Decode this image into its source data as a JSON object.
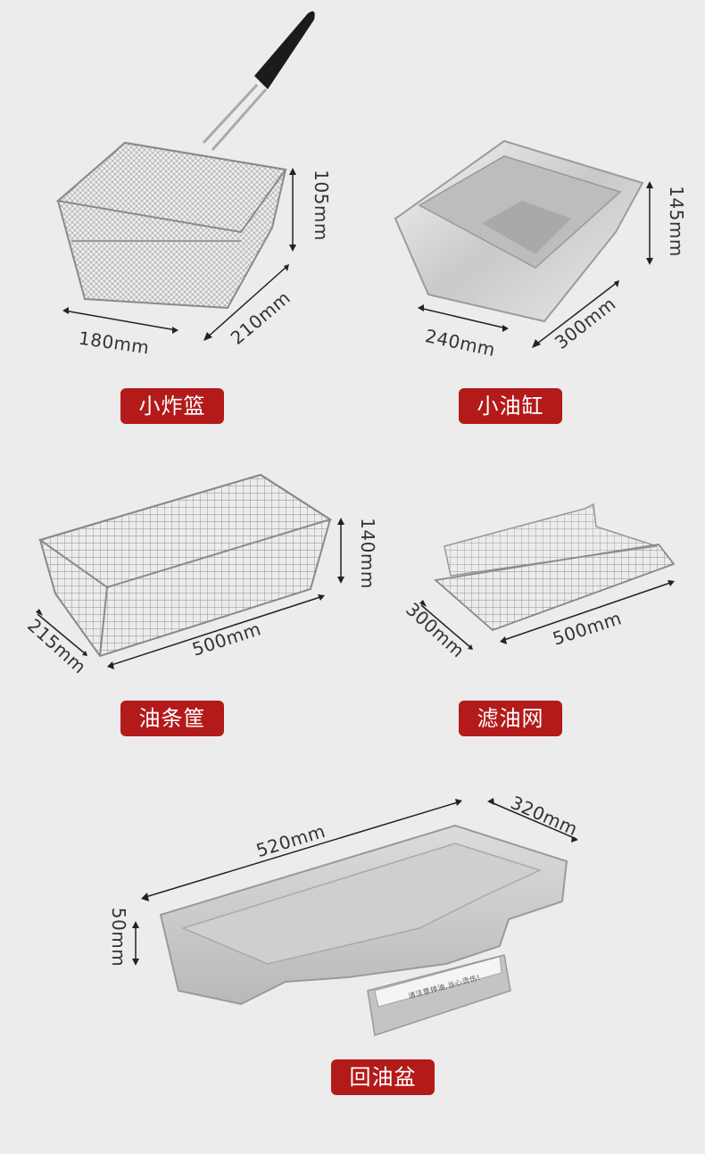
{
  "items": [
    {
      "label": "小炸篮",
      "dims": [
        "105mm",
        "180mm",
        "210mm"
      ]
    },
    {
      "label": "小油缸",
      "dims": [
        "145mm",
        "240mm",
        "300mm"
      ]
    },
    {
      "label": "油条筐",
      "dims": [
        "140mm",
        "215mm",
        "500mm"
      ]
    },
    {
      "label": "滤油网",
      "dims": [
        "300mm",
        "500mm"
      ]
    },
    {
      "label": "回油盆",
      "dims": [
        "520mm",
        "320mm",
        "50mm"
      ]
    }
  ],
  "tray_note": "请注意排油,当心烫伤!",
  "colors": {
    "label_bg": "#b31a1a",
    "background": "#ececec"
  }
}
